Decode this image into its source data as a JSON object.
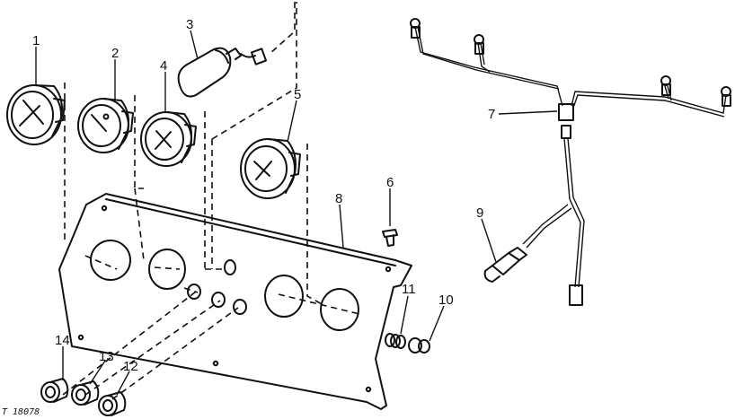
{
  "callouts": {
    "c1": "1",
    "c2": "2",
    "c3": "3",
    "c4": "4",
    "c5": "5",
    "c6": "6",
    "c7": "7",
    "c8": "8",
    "c9": "9",
    "c10": "10",
    "c11": "11",
    "c12": "12",
    "c13": "13",
    "c14": "14"
  },
  "figure_ref": "T 18078",
  "colors": {
    "ink": "#111111",
    "background": "#ffffff"
  }
}
